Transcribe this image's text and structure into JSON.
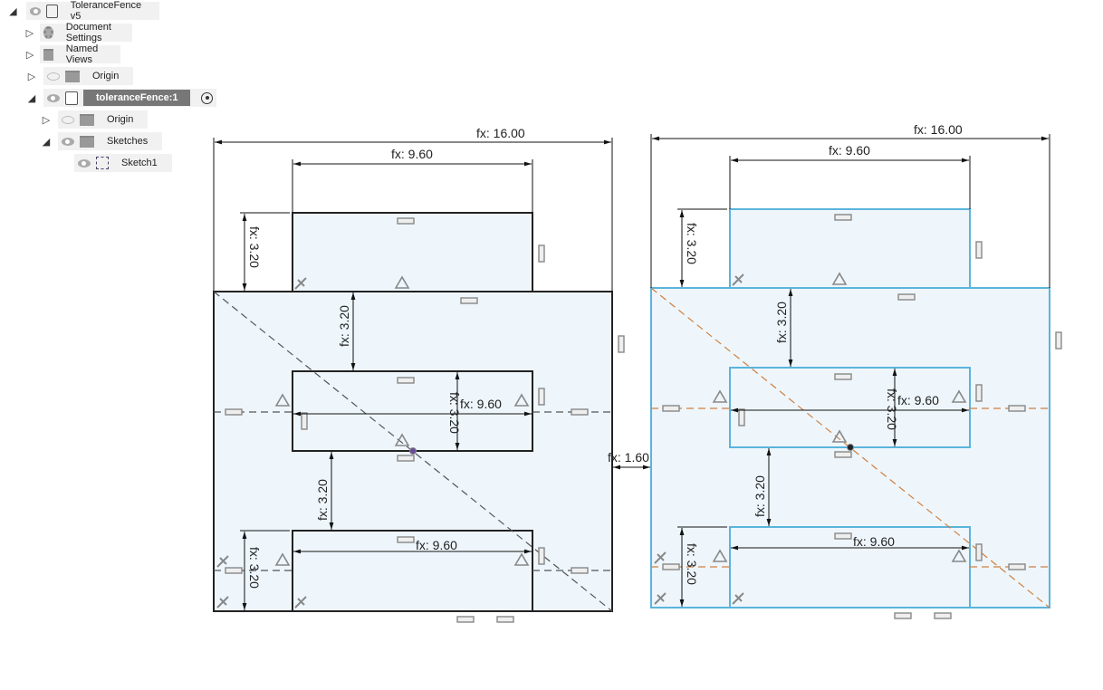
{
  "browser": {
    "items": [
      {
        "label": "ToleranceFence v5",
        "icon": "component-icon",
        "expanded": true,
        "visible": true,
        "level": 0
      },
      {
        "label": "Document Settings",
        "icon": "gear-icon",
        "expanded": false,
        "level": 1
      },
      {
        "label": "Named Views",
        "icon": "folder-icon",
        "expanded": false,
        "level": 1
      },
      {
        "label": "Origin",
        "icon": "folder-icon",
        "expanded": false,
        "visible": false,
        "level": 1
      },
      {
        "label": "toleranceFence:1",
        "icon": "body-icon",
        "expanded": true,
        "visible": true,
        "active": true,
        "level": 1
      },
      {
        "label": "Origin",
        "icon": "folder-icon",
        "expanded": false,
        "visible": false,
        "level": 2
      },
      {
        "label": "Sketches",
        "icon": "folder-icon",
        "expanded": true,
        "visible": true,
        "level": 2
      },
      {
        "label": "Sketch1",
        "icon": "sketch-icon",
        "visible": true,
        "level": 3
      }
    ]
  },
  "sketches": [
    {
      "name": "left",
      "line_color": "#222222",
      "construction_color": "#555555",
      "dims": {
        "outer_width": "fx: 16.00",
        "top_width": "fx: 9.60",
        "top_height": "fx: 3.20",
        "gap_top": "fx: 3.20",
        "mid_width": "fx: 9.60",
        "mid_height": "fx: 3.20",
        "gap_bottom": "fx: 3.20",
        "bottom_width": "fx: 9.60",
        "bottom_height": "fx: 3.20"
      }
    },
    {
      "name": "right",
      "line_color": "#5ab4dc",
      "construction_color": "#d08040",
      "dims": {
        "outer_width": "fx: 16.00",
        "top_width": "fx: 9.60",
        "top_height": "fx: 3.20",
        "gap_top": "fx: 3.20",
        "mid_width": "fx: 9.60",
        "mid_height": "fx: 3.20",
        "gap_bottom": "fx: 3.20",
        "bottom_width": "fx: 9.60",
        "bottom_height": "fx: 3.20"
      }
    }
  ],
  "spacing_dim": "fx: 1.60",
  "fill_color": "#eef6fc"
}
